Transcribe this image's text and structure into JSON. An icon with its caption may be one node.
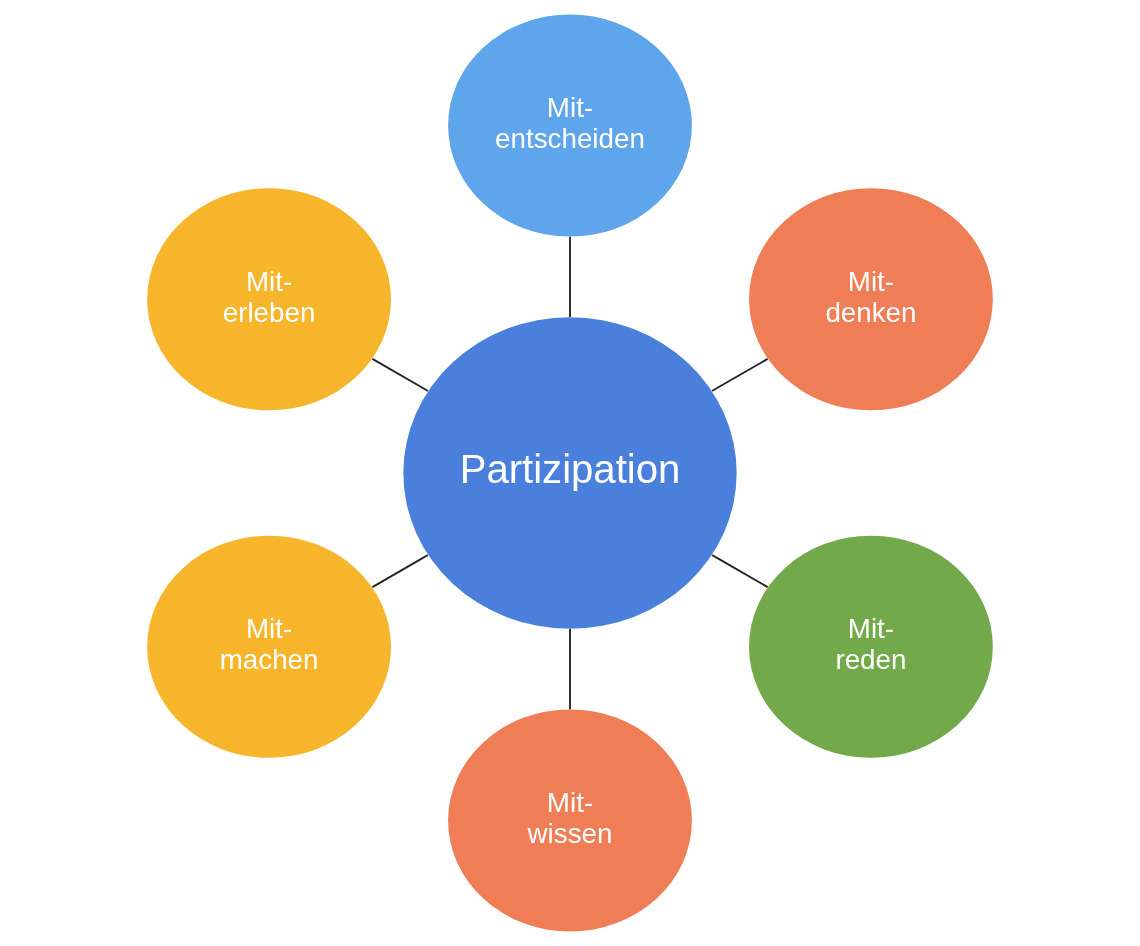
{
  "diagram": {
    "nodes": [
      {
        "text": [
          "Mit- denken"
        ]
      },
      {
        "text": [
          "Mit- entscheiden"
        ]
      },
      {
        "text": [
          "Mit- erleben"
        ]
      },
      {
        "text": [
          "Partizipation"
        ]
      },
      {
        "text": [
          "Mit- machen"
        ]
      },
      {
        "text": [
          "Mit- wissen"
        ]
      },
      {
        "text": [
          "Mit- reden"
        ]
      }
    ],
    "edges": [
      {
        "from": 3,
        "to": 0,
        "arrow": "none"
      },
      {
        "from": 3,
        "to": 2,
        "arrow": "none"
      },
      {
        "from": 3,
        "to": 5,
        "arrow": "none"
      },
      {
        "from": 3,
        "to": 6,
        "arrow": "none"
      },
      {
        "from": 3,
        "to": 4,
        "arrow": "none"
      },
      {
        "from": 3,
        "to": 1,
        "arrow": "none"
      }
    ]
  }
}
